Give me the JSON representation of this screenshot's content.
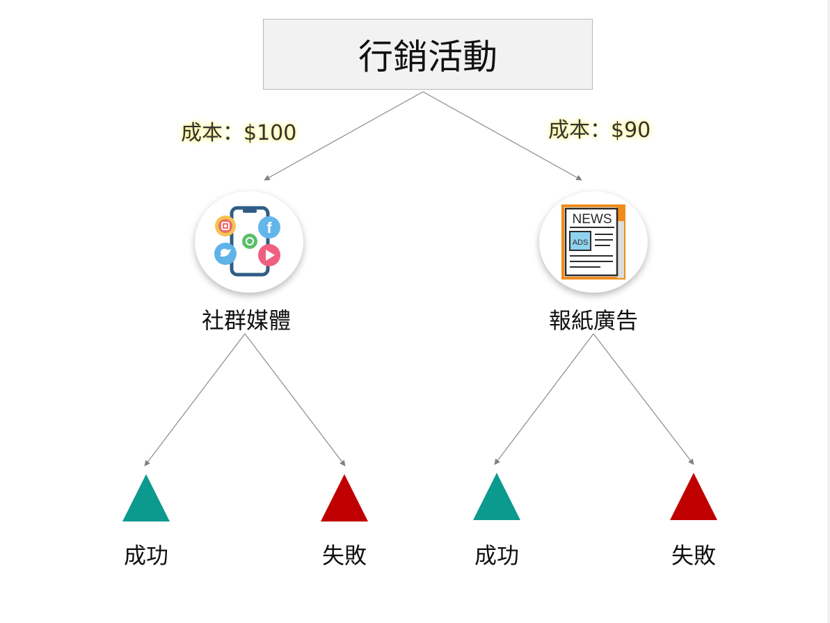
{
  "root": {
    "label": "行銷活動"
  },
  "branches": [
    {
      "cost_label": "成本：$100",
      "node_label": "社群媒體",
      "icon": "social-media-phone-icon",
      "outcomes": [
        {
          "label": "成功",
          "color": "#0c9a8f"
        },
        {
          "label": "失敗",
          "color": "#c00000"
        }
      ]
    },
    {
      "cost_label": "成本：$90",
      "node_label": "報紙廣告",
      "icon": "newspaper-icon",
      "icon_text": {
        "news": "NEWS",
        "ads": "ADS"
      },
      "outcomes": [
        {
          "label": "成功",
          "color": "#0c9a8f"
        },
        {
          "label": "失敗",
          "color": "#c00000"
        }
      ]
    }
  ],
  "colors": {
    "success": "#0c9a8f",
    "failure": "#c00000",
    "cost_highlight": "#fff59a",
    "root_fill": "#f2f2f2",
    "connector": "#808080"
  }
}
